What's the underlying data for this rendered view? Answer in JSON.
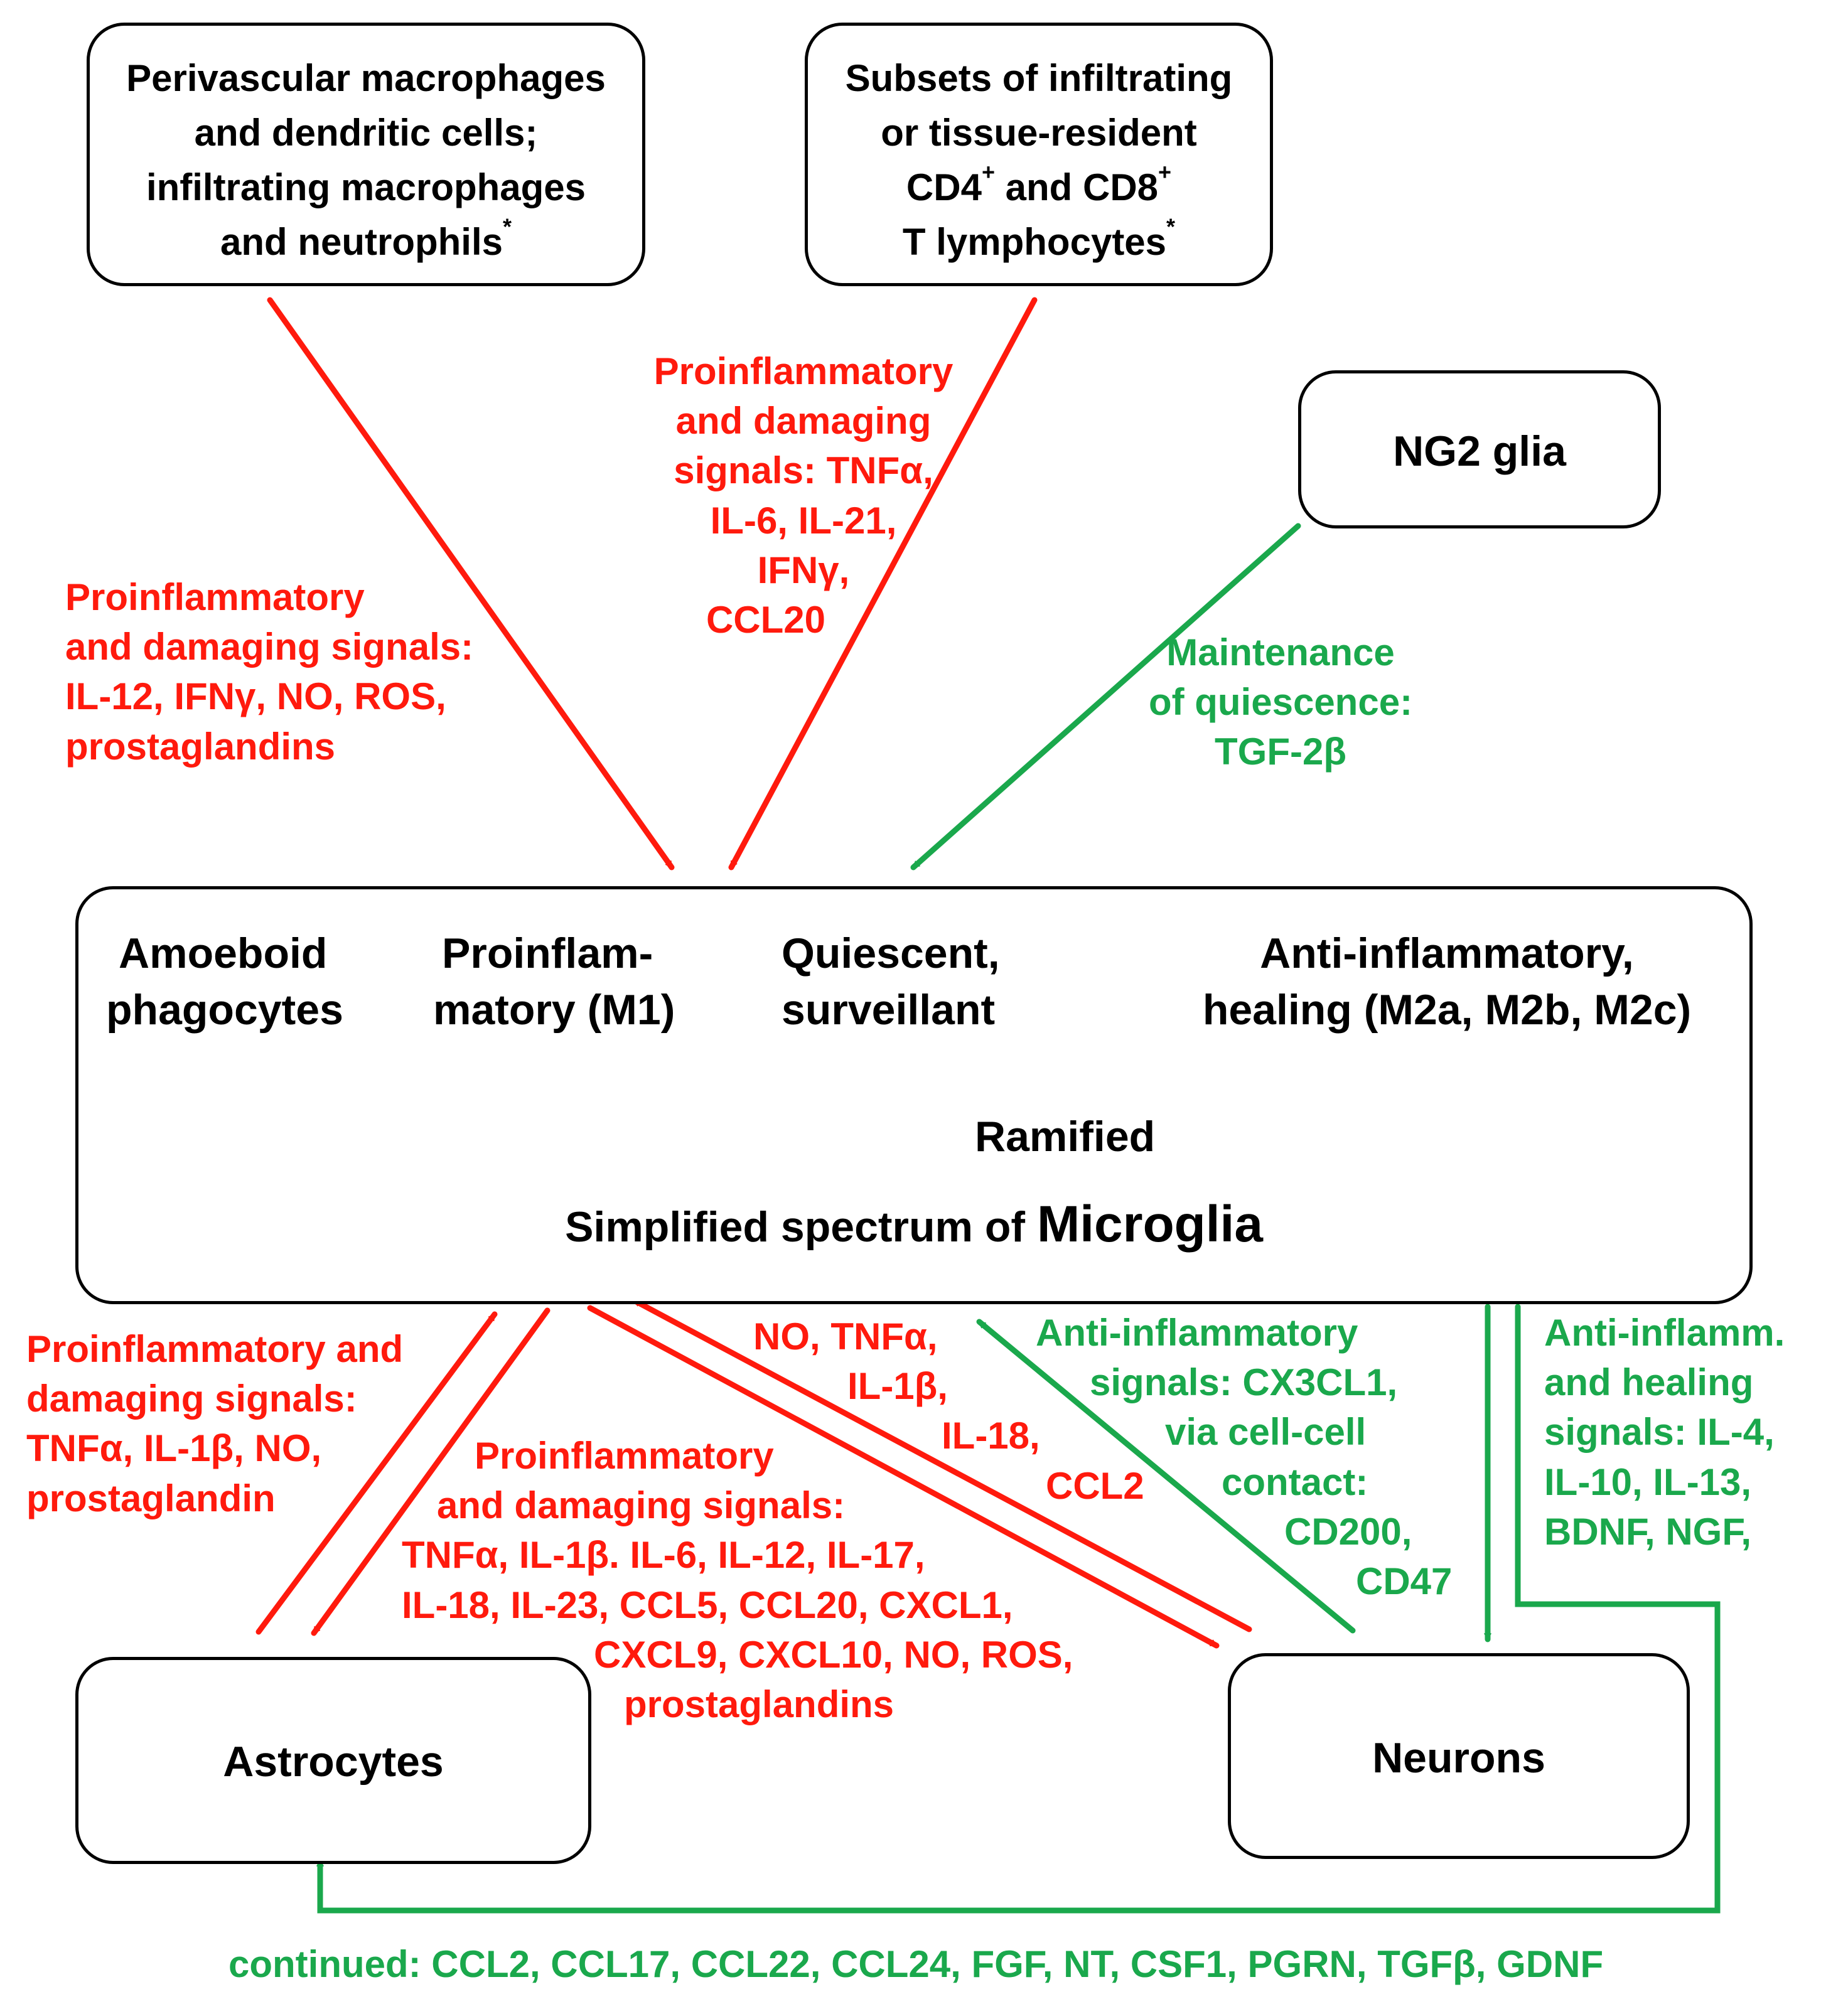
{
  "boxes": {
    "perivascular": {
      "lines": [
        "Perivascular macrophages",
        "and dendritic cells;",
        "infiltrating macrophages",
        "and neutrophils"
      ],
      "asterisk": "*"
    },
    "tcells": {
      "line1": "Subsets of infiltrating",
      "line2": "or tissue-resident",
      "line3_a": "CD4",
      "line3_sup1": "+",
      "line3_b": " and CD8",
      "line3_sup2": "+",
      "line4": "T lymphocytes",
      "asterisk": "*"
    },
    "ng2": {
      "label": "NG2 glia"
    },
    "microglia": {
      "states": [
        {
          "line1": "Amoeboid",
          "line2": "phagocytes"
        },
        {
          "line1": "Proinflam-",
          "line2": "matory (M1)"
        },
        {
          "line1": "Quiescent,",
          "line2": "surveillant"
        },
        {
          "line1": "Anti-inflammatory,",
          "line2": "healing (M2a, M2b, M2c)"
        }
      ],
      "ramified": "Ramified",
      "title_prefix": "Simplified spectrum of ",
      "title_emphasis": "Microglia"
    },
    "astrocytes": {
      "label": "Astrocytes"
    },
    "neurons": {
      "label": "Neurons"
    }
  },
  "signals": {
    "perivascular_to_microglia": [
      "Proinflammatory",
      "and damaging signals:",
      "IL-12, IFNγ, NO, ROS,",
      "prostaglandins"
    ],
    "tcells_to_microglia": [
      "Proinflammatory",
      "and damaging",
      "signals: TNFα,",
      "IL-6, IL-21,",
      "IFNγ,",
      "CCL20"
    ],
    "ng2_to_microglia": [
      "Maintenance",
      "of quiescence:",
      "TGF-2β"
    ],
    "astrocytes_to_microglia": [
      "Proinflammatory and",
      "damaging signals:",
      "TNFα, IL-1β, NO,",
      "prostaglandin"
    ],
    "microglia_to_astrocytes_neurons": [
      "Proinflammatory",
      "and damaging signals:",
      "TNFα, IL-1β. IL-6, IL-12, IL-17,",
      "IL-18, IL-23, CCL5, CCL20, CXCL1,",
      "CXCL9, CXCL10, NO, ROS,",
      "prostaglandins"
    ],
    "neurons_to_microglia_red": [
      "NO, TNFα,",
      "IL-1β,",
      "IL-18,",
      "CCL2"
    ],
    "neurons_to_microglia_green": [
      "Anti-inflammatory",
      "signals: CX3CL1,",
      "via cell-cell",
      "contact:",
      "CD200,",
      "CD47"
    ],
    "microglia_to_neurons_green": [
      "Anti-inflamm.",
      "and healing",
      "signals: IL-4,",
      "IL-10, IL-13,",
      "BDNF, NGF,"
    ],
    "continued": "continued: CCL2, CCL17, CCL22, CCL24, FGF, NT, CSF1, PGRN, TGFβ, GDNF"
  },
  "colors": {
    "proinflammatory": "#ff1a0d",
    "anti_inflammatory": "#1aa84c",
    "outline": "#000000"
  }
}
